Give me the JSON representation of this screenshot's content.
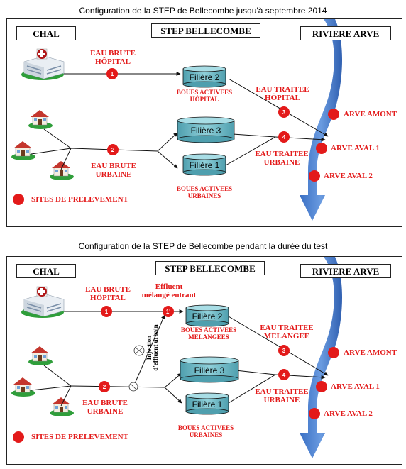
{
  "captions": {
    "top": "Configuration de la STEP de Bellecombe jusqu'à septembre 2014",
    "bottom": "Configuration de la STEP de Bellecombe pendant la durée du test"
  },
  "headers": {
    "chal": "CHAL",
    "step": "STEP BELLECOMBE",
    "riviere": "RIVIERE ARVE"
  },
  "colors": {
    "sample_red": "#e31a1a",
    "river_blue": "#4a7fd0",
    "tank_teal": "#6bb8c4",
    "label_red": "#e31a1a"
  },
  "panel1": {
    "eau_brute_hopital": [
      "EAU BRUTE",
      "HÔPITAL"
    ],
    "eau_brute_urbaine": [
      "EAU BRUTE",
      "URBAINE"
    ],
    "boues_hopital": [
      "BOUES ACTIVEES",
      "HÔPITAL"
    ],
    "boues_urbaines": [
      "BOUES ACTIVEES",
      "URBAINES"
    ],
    "eau_traitee_hopital": [
      "EAU TRAITEE",
      "HÔPITAL"
    ],
    "eau_traitee_urbaine": [
      "EAU TRAITEE",
      "URBAINE"
    ],
    "filiere2": "Filière 2",
    "filiere3": "Filière 3",
    "filiere1": "Filière 1",
    "points": [
      "1",
      "2",
      "3",
      "4"
    ],
    "arve_amont": "ARVE AMONT",
    "arve_aval1": "ARVE AVAL 1",
    "arve_aval2": "ARVE AVAL 2",
    "legend": "SITES DE PRELEVEMENT"
  },
  "panel2": {
    "eau_brute_hopital": [
      "EAU BRUTE",
      "HÔPITAL"
    ],
    "eau_brute_urbaine": [
      "EAU BRUTE",
      "URBAINE"
    ],
    "effluent": [
      "Effluent",
      "mélangé entrant"
    ],
    "injection": [
      "Injection",
      "d'effluent urbain"
    ],
    "boues_melangees": [
      "BOUES ACTIVEES",
      "MELANGEES"
    ],
    "boues_urbaines": [
      "BOUES ACTIVEES",
      "URBAINES"
    ],
    "eau_traitee_melangee": [
      "EAU TRAITEE",
      "MELANGEE"
    ],
    "eau_traitee_urbaine": [
      "EAU TRAITEE",
      "URBAINE"
    ],
    "filiere2": "Filière 2",
    "filiere3": "Filière 3",
    "filiere1": "Filière 1",
    "points": [
      "1",
      "1'",
      "2",
      "3",
      "4"
    ],
    "arve_amont": "ARVE AMONT",
    "arve_aval1": "ARVE AVAL 1",
    "arve_aval2": "ARVE AVAL 2",
    "legend": "SITES DE PRELEVEMENT"
  }
}
